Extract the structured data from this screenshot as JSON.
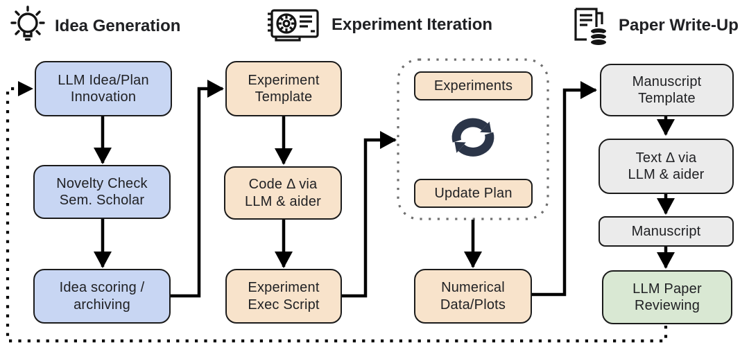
{
  "title": "AI Scientist workflow diagram",
  "headers": {
    "idea_generation": "Idea Generation",
    "experiment_iteration": "Experiment Iteration",
    "paper_write_up": "Paper Write-Up"
  },
  "nodes": {
    "llm_idea": "LLM Idea/Plan\nInnovation",
    "novelty_check": "Novelty Check\nSem. Scholar",
    "idea_scoring": "Idea scoring /\narchiving",
    "experiment_template": "Experiment\nTemplate",
    "code_delta": "Code Δ via\nLLM & aider",
    "experiment_exec": "Experiment\nExec Script",
    "experiments": "Experiments",
    "update_plan": "Update Plan",
    "numerical_data": "Numerical\nData/Plots",
    "manuscript_template": "Manuscript\nTemplate",
    "text_delta": "Text Δ via\nLLM & aider",
    "manuscript": "Manuscript",
    "llm_review": "LLM Paper\nReviewing"
  },
  "icons": {
    "idea_generation": "lightbulb-icon",
    "experiment_iteration": "gpu-icon",
    "paper_write_up": "paper-database-icon",
    "iteration_loop": "cycle-arrows-icon"
  },
  "colors": {
    "blue": "#c8d6f3",
    "orange": "#f8e3cb",
    "gray": "#ebebeb",
    "green": "#d9e8d3",
    "border": "#1b1b1b",
    "cycle": "#2b3548",
    "dotted_box": "#6f6f6f",
    "line": "#000000"
  }
}
